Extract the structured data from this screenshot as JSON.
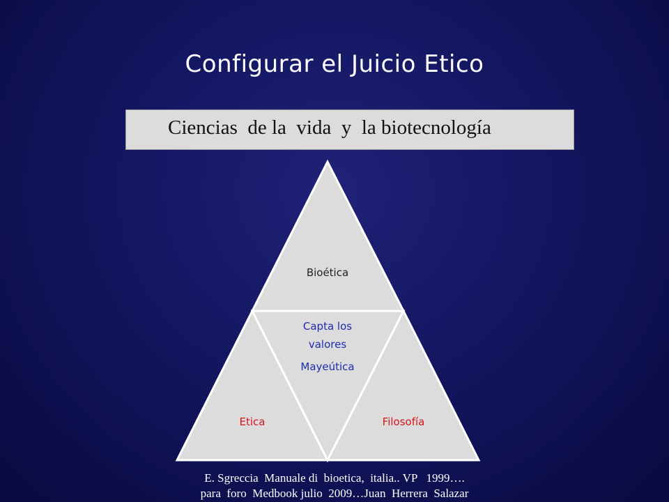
{
  "slide": {
    "title": "Configurar el Juicio Etico",
    "banner": "Ciencias  de la  vida  y  la biotecnología",
    "diagram": {
      "top": "Bioética",
      "center_line1": "Capta los",
      "center_line2": "valores",
      "center_line3": "Mayeútica",
      "left": "Etica",
      "right": "Filosofía"
    },
    "citation_line1": "E. Sgreccia  Manuale di  bioetica,  italia.. VP   1999….",
    "citation_line2": "para  foro  Medbook julio  2009…Juan  Herrera  Salazar"
  },
  "colors": {
    "background": "#131660",
    "triangle_fill": "#dcdcdc",
    "triangle_stroke": "#ffffff",
    "label_dark": "#222222",
    "label_blue": "#1f2bb0",
    "label_red": "#d8141b"
  }
}
